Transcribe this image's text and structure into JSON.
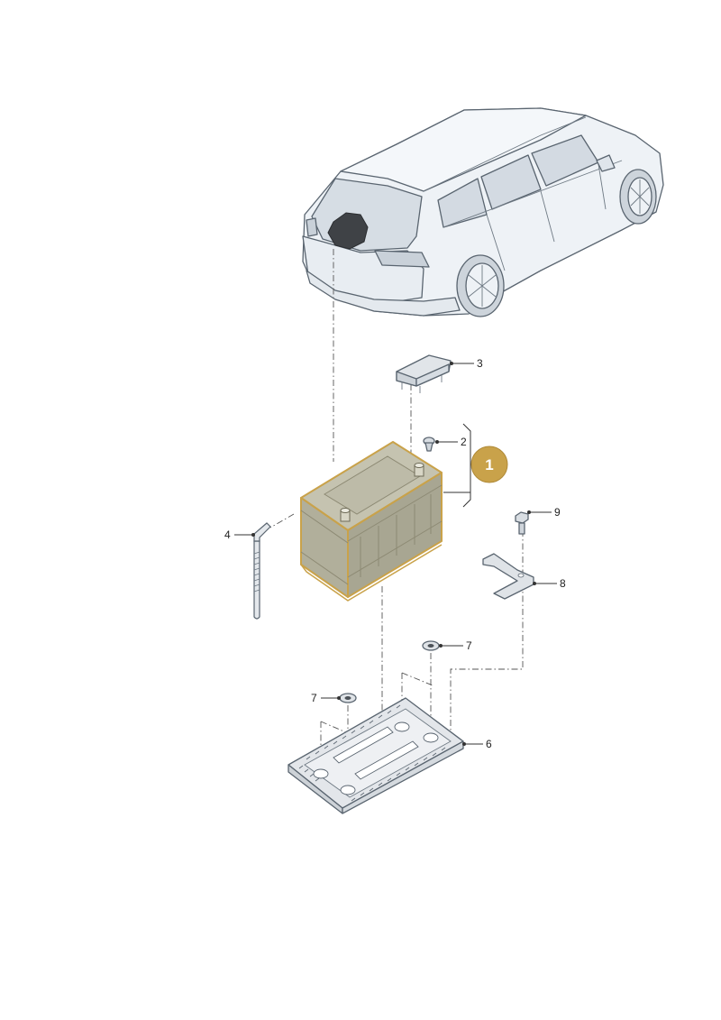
{
  "diagram": {
    "callouts": [
      {
        "id": "1",
        "label": "1"
      },
      {
        "id": "2",
        "label": "2"
      },
      {
        "id": "3",
        "label": "3"
      },
      {
        "id": "4",
        "label": "4"
      },
      {
        "id": "6",
        "label": "6"
      },
      {
        "id": "7a",
        "label": "7"
      },
      {
        "id": "7b",
        "label": "7"
      },
      {
        "id": "8",
        "label": "8"
      },
      {
        "id": "9",
        "label": "9"
      }
    ],
    "colors": {
      "highlight_outline": "#c9a24a",
      "badge_fill": "#c9a24a",
      "car_fill": "#eef2f6",
      "battery_fill": "#b7b6a3",
      "parts_fill": "#dfe3e7",
      "tray_fill": "#e3e6ea"
    },
    "icons": [
      "car-illustration",
      "battery-illustration",
      "battery-cover-illustration",
      "screw-illustration",
      "hold-down-rod-illustration",
      "battery-tray-illustration",
      "nut-illustration",
      "bracket-illustration",
      "bolt-illustration"
    ]
  }
}
